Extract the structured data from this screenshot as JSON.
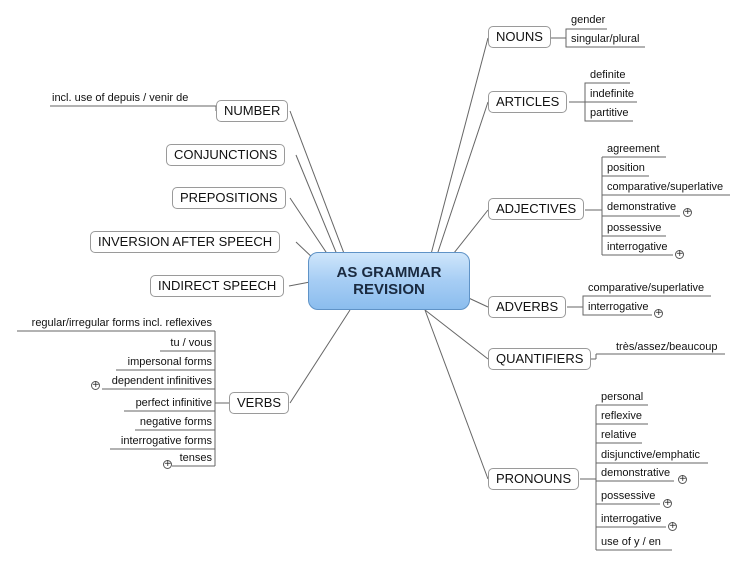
{
  "center": {
    "title": "AS GRAMMAR\nREVISION"
  },
  "left_topics": [
    {
      "label": "NUMBER",
      "subs": [
        "incl. use of depuis / venir de"
      ]
    },
    {
      "label": "CONJUNCTIONS",
      "subs": []
    },
    {
      "label": "PREPOSITIONS",
      "subs": []
    },
    {
      "label": "INVERSION AFTER SPEECH",
      "subs": []
    },
    {
      "label": "INDIRECT SPEECH",
      "subs": []
    },
    {
      "label": "VERBS",
      "subs": [
        "regular/irregular forms incl. reflexives",
        "tu / vous",
        "impersonal forms",
        "dependent infinitives",
        "perfect infinitive",
        "negative forms",
        "interrogative forms",
        "tenses"
      ]
    }
  ],
  "right_topics": [
    {
      "label": "NOUNS",
      "subs": [
        "gender",
        "singular/plural"
      ]
    },
    {
      "label": "ARTICLES",
      "subs": [
        "definite",
        "indefinite",
        "partitive"
      ]
    },
    {
      "label": "ADJECTIVES",
      "subs": [
        "agreement",
        "position",
        "comparative/superlative",
        "demonstrative",
        "possessive",
        "interrogative"
      ]
    },
    {
      "label": "ADVERBS",
      "subs": [
        "comparative/superlative",
        "interrogative"
      ]
    },
    {
      "label": "QUANTIFIERS",
      "subs": [
        "très/assez/beaucoup"
      ]
    },
    {
      "label": "PRONOUNS",
      "subs": [
        "personal",
        "reflexive",
        "relative",
        "disjunctive/emphatic",
        "demonstrative",
        "possessive",
        "interrogative",
        "use of y / en"
      ]
    }
  ],
  "expand_icon": "plus-circle-icon"
}
